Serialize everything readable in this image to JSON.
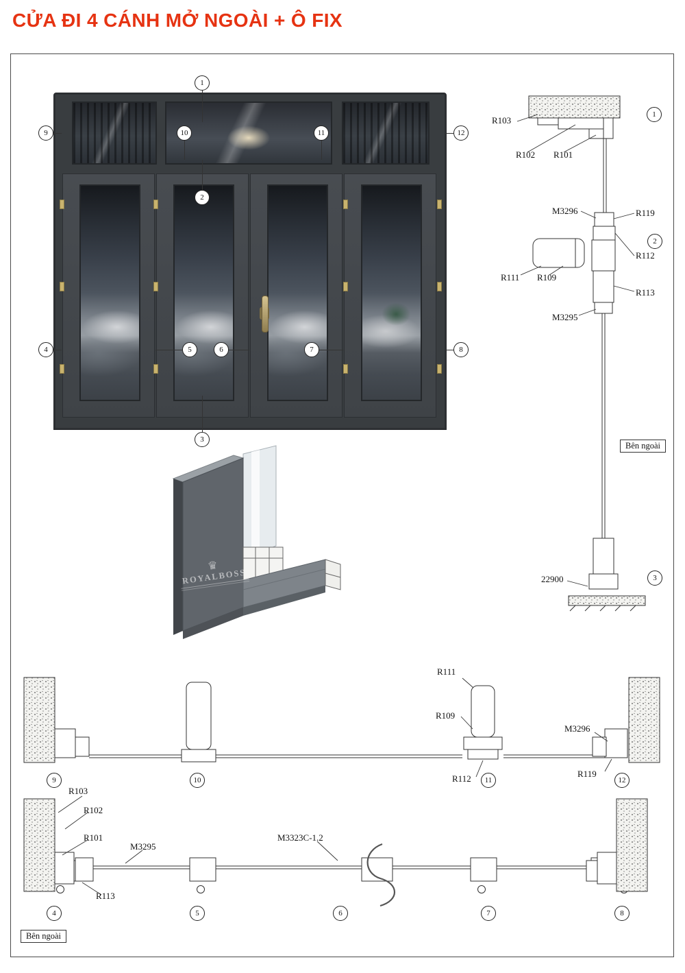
{
  "page": {
    "title": "CỬA ĐI 4 CÁNH MỞ NGOÀI + Ô FIX"
  },
  "colors": {
    "title_red": "#e63312",
    "door_frame": "#393d40",
    "line": "#333333",
    "hinge_gold": "#c9b36e"
  },
  "icons": {
    "crown": "♛"
  },
  "elevation": {
    "callouts": {
      "c1": "1",
      "c2": "2",
      "c3": "3",
      "c4": "4",
      "c5": "5",
      "c6": "6",
      "c7": "7",
      "c8": "8",
      "c9": "9",
      "c10": "10",
      "c11": "11",
      "c12": "12"
    }
  },
  "vertical_section": {
    "labels": {
      "r103": "R103",
      "r102": "R102",
      "r101": "R101",
      "m3296": "M3296",
      "r119": "R119",
      "r112": "R112",
      "r111": "R111",
      "r109": "R109",
      "r113": "R113",
      "m3295": "M3295"
    },
    "dimension": "22900",
    "callouts": {
      "c1": "1",
      "c2": "2",
      "c3": "3"
    },
    "outside_label": "Bên ngoài"
  },
  "plan_top": {
    "labels": {
      "r111": "R111",
      "r109": "R109",
      "m3296": "M3296",
      "r112": "R112",
      "r119": "R119"
    },
    "callouts": {
      "c9": "9",
      "c10": "10",
      "c11": "11",
      "c12": "12"
    }
  },
  "plan_bottom": {
    "labels": {
      "r103": "R103",
      "r102": "R102",
      "r101": "R101",
      "m3295": "M3295",
      "m3323c": "M3323C-1.2",
      "r113": "R113"
    },
    "callouts": {
      "c4": "4",
      "c5": "5",
      "c6": "6",
      "c7": "7",
      "c8": "8"
    },
    "outside_label": "Bên ngoài"
  },
  "profile_3d": {
    "brand": "ROYALBOSS"
  }
}
